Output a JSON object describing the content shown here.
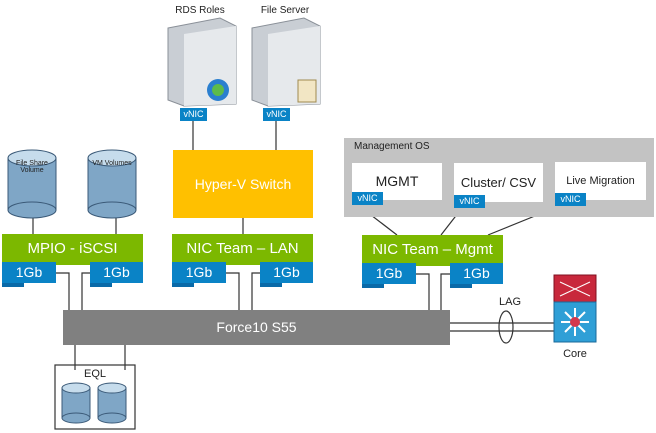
{
  "servers": [
    {
      "label": "RDS Roles",
      "vnic": "vNIC"
    },
    {
      "label": "File Server",
      "vnic": "vNIC"
    }
  ],
  "hyperv": {
    "label": "Hyper-V Switch"
  },
  "mgmt_os": {
    "label": "Management OS",
    "items": [
      {
        "label": "MGMT",
        "vnic": "vNIC"
      },
      {
        "label": "Cluster/ CSV",
        "vnic": "vNIC"
      },
      {
        "label": "Live Migration",
        "vnic": "vNIC"
      }
    ]
  },
  "volumes": [
    {
      "label": "File Share Volume"
    },
    {
      "label": "VM Volumes"
    }
  ],
  "teams": [
    {
      "label": "MPIO - iSCSI",
      "nics": [
        "1Gb",
        "1Gb"
      ]
    },
    {
      "label": "NIC Team – LAN",
      "nics": [
        "1Gb",
        "1Gb"
      ]
    },
    {
      "label": "NIC Team – Mgmt",
      "nics": [
        "1Gb",
        "1Gb"
      ]
    }
  ],
  "switch": {
    "label": "Force10 S55"
  },
  "lag": {
    "label": "LAG"
  },
  "core": {
    "label": "Core"
  },
  "eql": {
    "label": "EQL"
  },
  "colors": {
    "team": "#7cb800",
    "nic": "#0a83c6",
    "hyperv": "#ffc000",
    "switch": "#808080",
    "mgmt_os": "#c0c0c0"
  }
}
